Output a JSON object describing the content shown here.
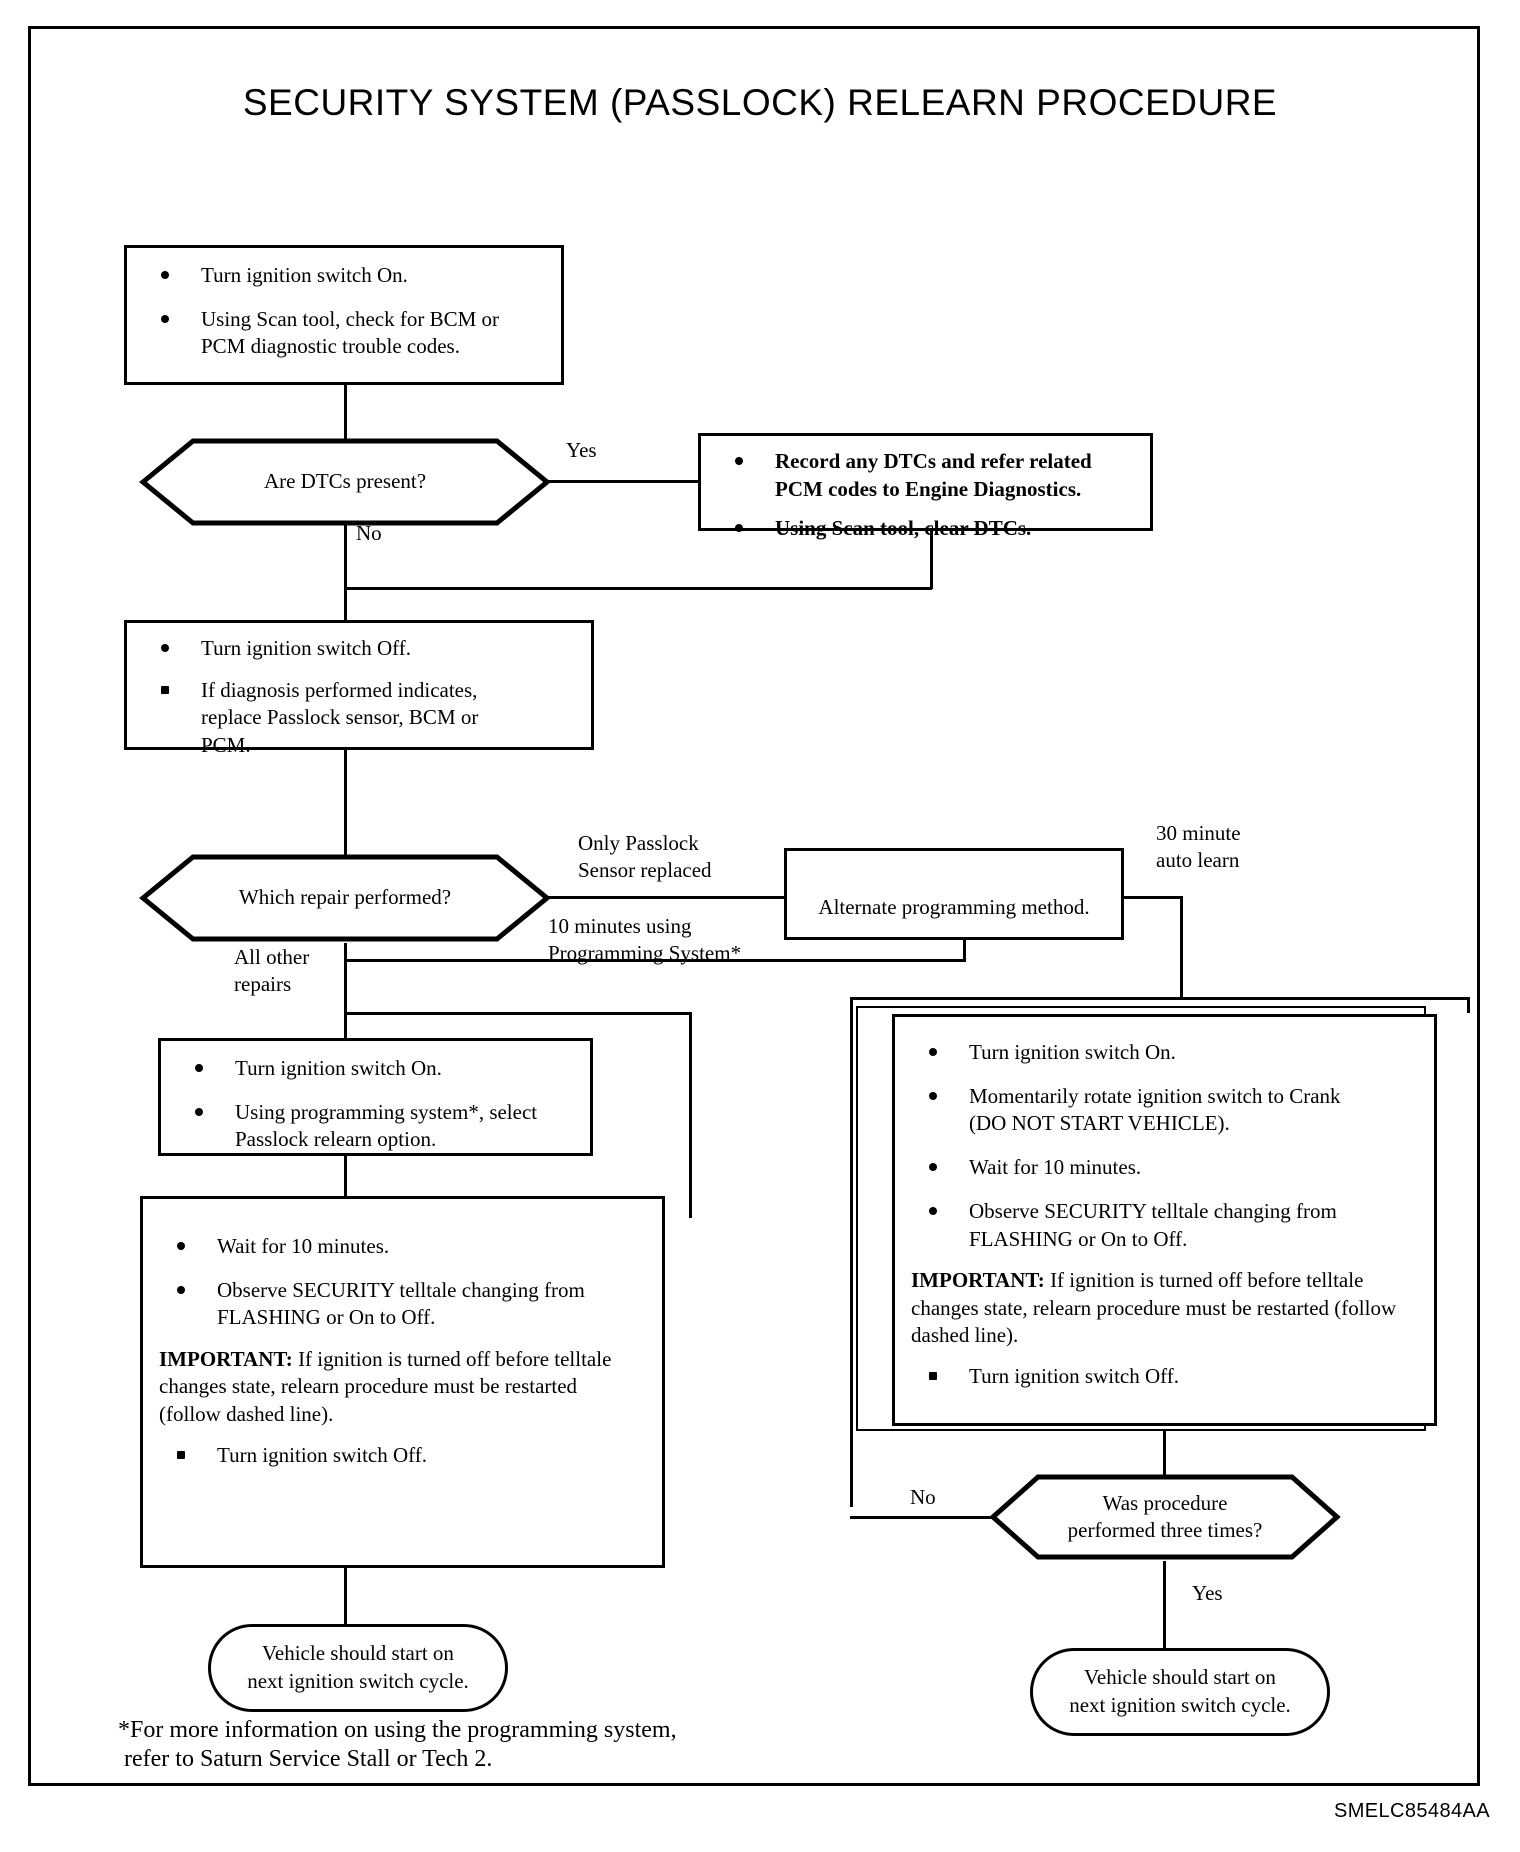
{
  "document": {
    "title": "SECURITY SYSTEM (PASSLOCK) RELEARN PROCEDURE",
    "footnote": "*For more information on using the programming system,\n refer to Saturn Service Stall or Tech 2.",
    "code": "SMELC85484AA"
  },
  "nodes": {
    "start_box": {
      "items": [
        "Turn ignition switch On.",
        "Using Scan tool, check for BCM or\nPCM diagnostic trouble codes."
      ]
    },
    "dtc_decision": {
      "label": "Are DTCs present?"
    },
    "dtc_yes_box": {
      "items": [
        "Record any DTCs and refer related\nPCM codes to Engine Diagnostics.",
        "Using Scan tool, clear DTCs."
      ]
    },
    "repair_box": {
      "items": [
        "Turn ignition switch Off.",
        "If diagnosis performed indicates,\nreplace Passlock sensor, BCM or\nPCM."
      ]
    },
    "repair_decision": {
      "label": "Which repair performed?"
    },
    "alternate_box": {
      "label": "Alternate programming method."
    },
    "left_prog_box": {
      "items": [
        "Turn ignition switch On.",
        "Using programming system*, select\nPasslock relearn option."
      ]
    },
    "left_wait_box": {
      "items_top": [
        "Wait for 10 minutes.",
        "Observe SECURITY telltale changing from\nFLASHING or On to Off."
      ],
      "important_prefix": "IMPORTANT:",
      "important_text": " If ignition is turned off before telltale changes state, relearn procedure must be restarted (follow dashed line).",
      "items_bottom": [
        "Turn ignition switch Off."
      ]
    },
    "right_auto_box": {
      "items_top": [
        "Turn ignition switch On.",
        "Momentarily rotate ignition switch to Crank\n(DO NOT START VEHICLE).",
        "Wait for 10 minutes.",
        "Observe SECURITY telltale changing from\nFLASHING or On to Off."
      ],
      "important_prefix": "IMPORTANT:",
      "important_text": " If ignition is turned off before telltale changes state, relearn procedure must be restarted (follow dashed line).",
      "items_bottom": [
        "Turn ignition switch Off."
      ]
    },
    "three_times_decision": {
      "label": "Was procedure\nperformed three times?"
    },
    "left_terminal": {
      "label": "Vehicle should start on\nnext ignition switch cycle."
    },
    "right_terminal": {
      "label": "Vehicle should start on\nnext ignition switch cycle."
    }
  },
  "edge_labels": {
    "yes_dtc": "Yes",
    "no_dtc": "No",
    "only_passlock": "Only Passlock\nSensor replaced",
    "ten_minutes": "10 minutes using\nProgramming System*",
    "all_other": "All other\nrepairs",
    "thirty_minute": "30 minute\nauto learn",
    "no_three": "No",
    "yes_three": "Yes"
  },
  "colors": {
    "ink": "#000000",
    "paper": "#ffffff"
  }
}
